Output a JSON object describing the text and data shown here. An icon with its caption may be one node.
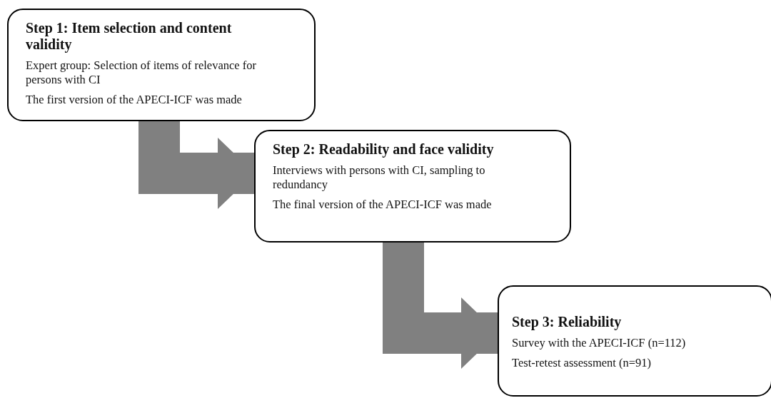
{
  "diagram": {
    "nodes": [
      {
        "text": [
          "Step 1: Item selection and content validity",
          "Expert group: Selection of items of relevance for persons with CI",
          "The first version of the APECI-ICF was made"
        ]
      },
      {
        "text": [
          "Step 2: Readability and face validity",
          "Interviews with persons with CI, sampling to redundancy",
          "The final version of the APECI-ICF was made"
        ]
      },
      {
        "text": [
          "Step 3: Reliability",
          "Survey with the APECI-ICF (n=112)",
          "Test-retest assessment (n=91)"
        ]
      }
    ],
    "edges": [
      {
        "from": 0,
        "to": 1,
        "arrow": "to"
      },
      {
        "from": 1,
        "to": 2,
        "arrow": "to"
      }
    ]
  }
}
